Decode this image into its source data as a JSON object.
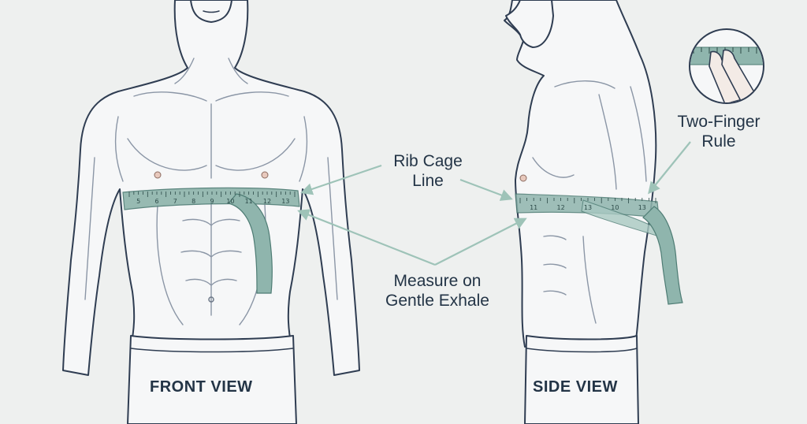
{
  "labels": {
    "rib_cage": [
      "Rib Cage",
      "Line"
    ],
    "measure": [
      "Measure on",
      "Gentle Exhale"
    ],
    "two_finger": [
      "Two-Finger",
      "Rule"
    ],
    "front_view": "FRONT VIEW",
    "side_view": "SIDE VIEW"
  },
  "tape_ticks": {
    "front": [
      "5",
      "6",
      "7",
      "8",
      "9",
      "10",
      "11",
      "12",
      "13"
    ],
    "side": [
      "11",
      "12",
      "13",
      "10",
      "13"
    ]
  },
  "colors": {
    "background": "#eef0ef",
    "outline": "#2f3d52",
    "skin": "#f6f7f8",
    "tape": "#8fb5ad",
    "arrow": "#9ec3b8",
    "text": "#233446"
  },
  "icons": [
    "tape-measure-icon",
    "two-finger-inset-icon",
    "arrow-icon"
  ]
}
